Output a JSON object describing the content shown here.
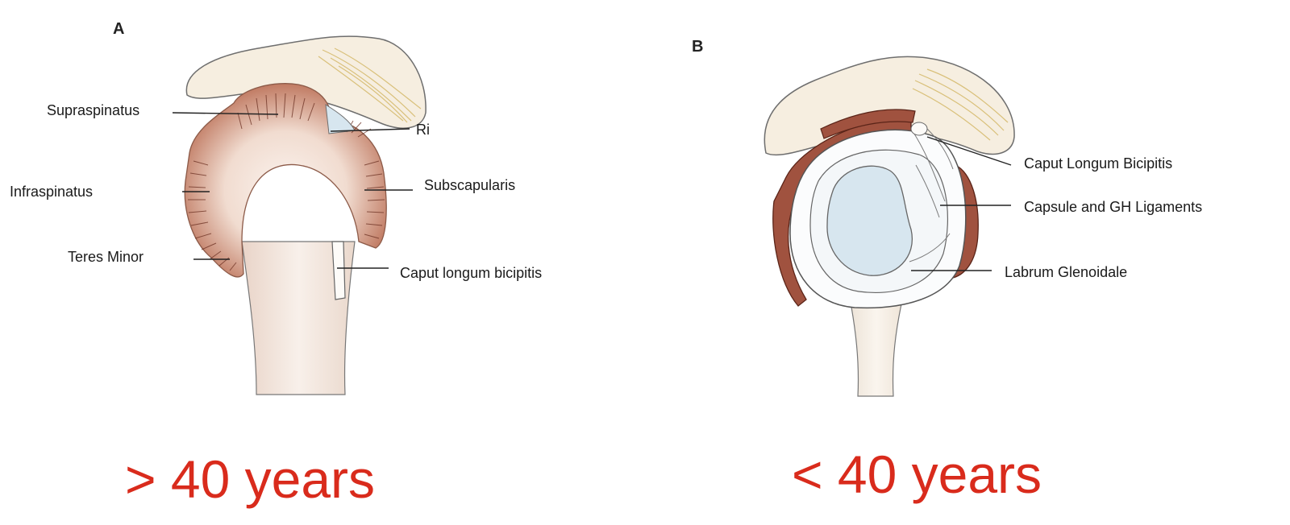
{
  "colors": {
    "muscle": "#b8705a",
    "muscle_dark": "#7a3022",
    "bone": "#f4ece4",
    "acromion": "#f6eee0",
    "ligament": "#e8d49a",
    "cartilage": "#d7e6ef",
    "age_text": "#d92b1c"
  },
  "panel_a": {
    "letter": "A",
    "labels": {
      "supraspinatus": "Supraspinatus",
      "ri": "Ri",
      "infraspinatus": "Infraspinatus",
      "subscapularis": "Subscapularis",
      "teres_minor": "Teres Minor",
      "caput_longum": "Caput longum bicipitis"
    },
    "age": "> 40 years"
  },
  "panel_b": {
    "letter": "B",
    "labels": {
      "caput_longum": "Caput Longum Bicipitis",
      "capsule": "Capsule and GH Ligaments",
      "labrum": "Labrum Glenoidale"
    },
    "age": "< 40 years"
  }
}
